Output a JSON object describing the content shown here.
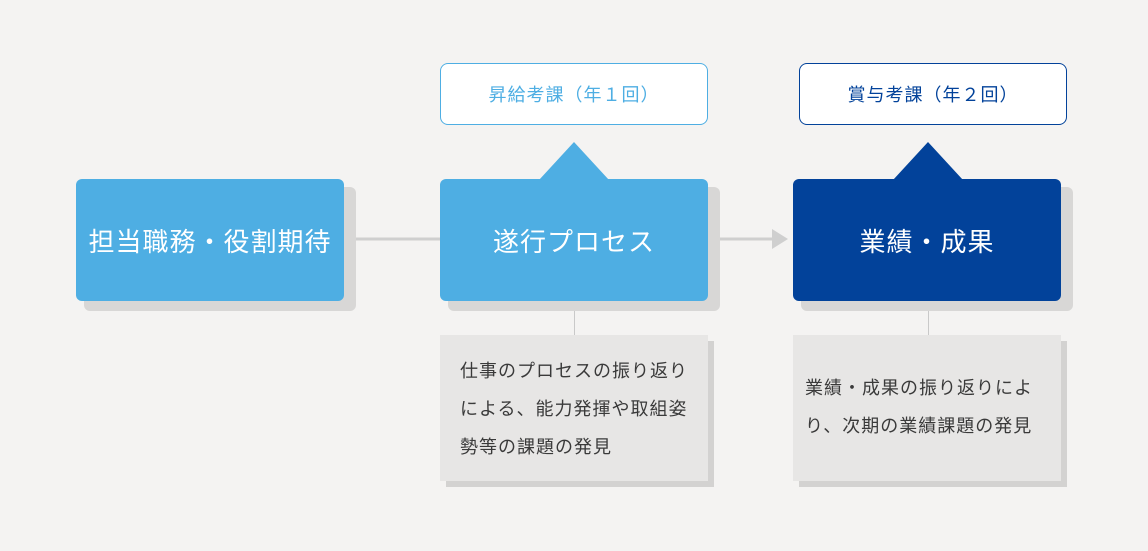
{
  "boxes": {
    "duties": "担当職務・役割期待",
    "process": "遂行プロセス",
    "results": "業績・成果"
  },
  "tags": {
    "salary_review": "昇給考課（年１回）",
    "bonus_review": "賞与考課（年２回）"
  },
  "notes": {
    "process_note": "仕事のプロセスの振り返りによる、能力発揮や取組姿勢等の課題の発見",
    "results_note": "業績・成果の振り返りにより、次期の業績課題の発見"
  },
  "colors": {
    "light_blue": "#4eaee3",
    "dark_blue": "#02429a",
    "note_bg": "#e7e6e5",
    "page_bg": "#f4f3f2"
  }
}
